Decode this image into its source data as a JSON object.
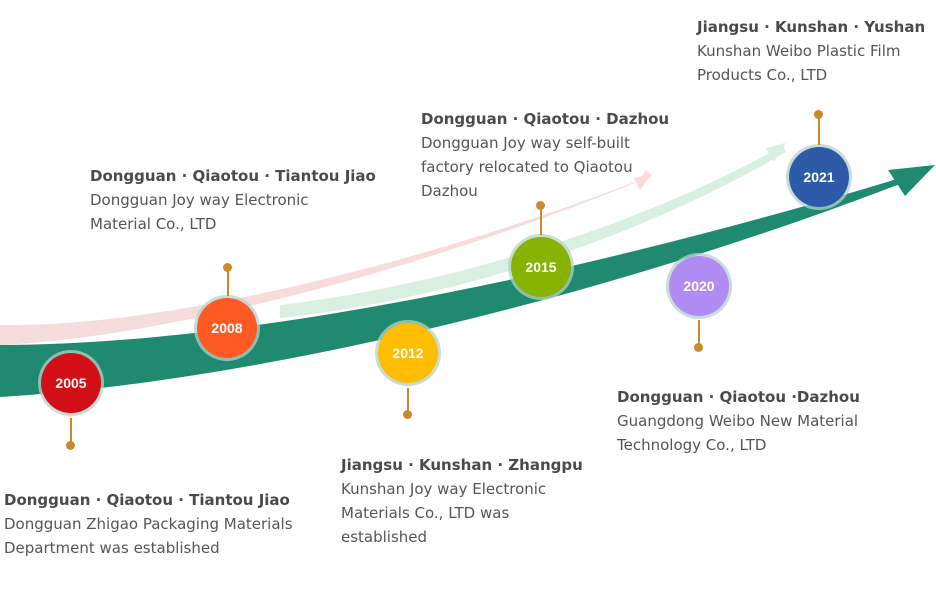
{
  "colors": {
    "main_arrow": "#1f8a70",
    "pink_arrow": "#f7dcdc",
    "green_arrow": "#d9efe2",
    "connector": "#c98a2b"
  },
  "milestones": [
    {
      "year": "2005",
      "color": "#d20f14",
      "location": "Dongguan · Qiaotou · Tiantou Jiao",
      "description": "Dongguan Zhigao Packaging Materials\nDepartment was established"
    },
    {
      "year": "2008",
      "color": "#ff5a24",
      "location": "Dongguan · Qiaotou · Tiantou Jiao",
      "description": "Dongguan Joy way Electronic\nMaterial Co., LTD"
    },
    {
      "year": "2012",
      "color": "#ffbd00",
      "location": "Jiangsu · Kunshan · Zhangpu",
      "description": "Kunshan Joy way Electronic\nMaterials Co., LTD was\nestablished"
    },
    {
      "year": "2015",
      "color": "#86b300",
      "location": "Dongguan · Qiaotou · Dazhou",
      "description": "Dongguan Joy way self-built\nfactory relocated to Qiaotou\nDazhou"
    },
    {
      "year": "2020",
      "color": "#b18cf5",
      "location": "Dongguan · Qiaotou ·Dazhou",
      "description": "Guangdong Weibo New Material\nTechnology Co., LTD"
    },
    {
      "year": "2021",
      "color": "#2e5ba8",
      "location": "Jiangsu · Kunshan · Yushan",
      "description": "Kunshan Weibo Plastic Film\nProducts Co., LTD"
    }
  ]
}
